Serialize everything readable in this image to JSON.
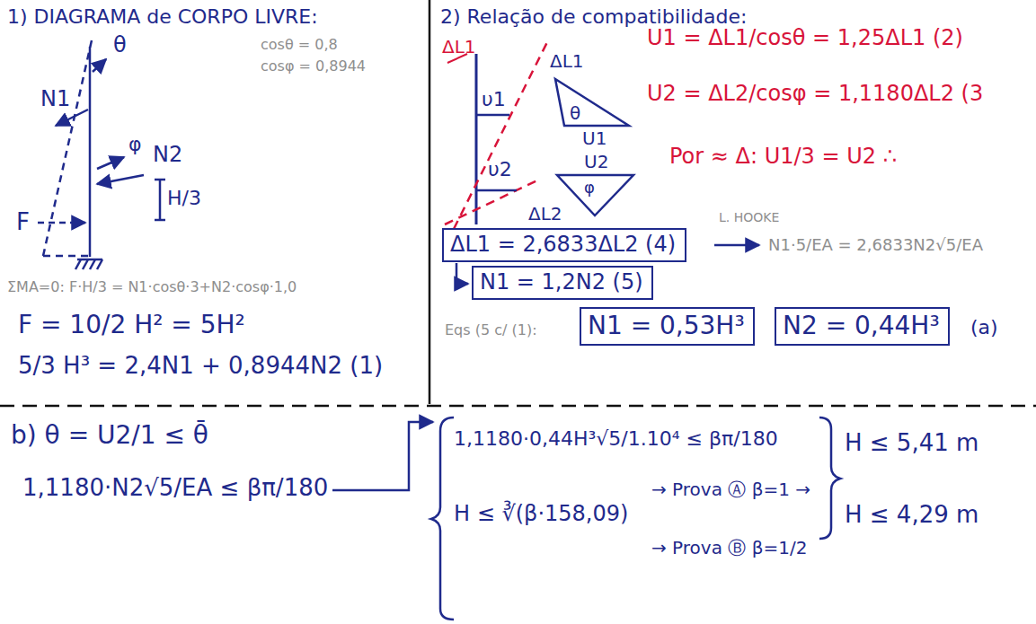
{
  "diagram": {
    "nodes": [
      {
        "text": [
          "ΔL1 = 2,6833ΔL2 (4)"
        ]
      },
      {
        "text": [
          "N1 = 1,2N2 (5)"
        ]
      },
      {
        "text": [
          "N1 = 0,53H³"
        ]
      },
      {
        "text": [
          "N2 = 0,44H³"
        ]
      }
    ],
    "labels": [
      "1) DIAGRAMA de CORPO LIVRE:",
      "cosθ = 0,8",
      "cosφ = 0,8944",
      "θ",
      "N1",
      "F",
      "φ",
      "N2",
      "H/3",
      "ΣMA=0: F·H/3 = N1·cosθ·3+N2·cosφ·1,0",
      "F = 10/2 H² = 5H²",
      "5/3 H³ = 2,4N1 + 0,8944N2 (1)",
      "2) Relação de compatibilidade:",
      "ΔL1",
      "υ1",
      "υ2",
      "ΔL1",
      "θ",
      "U1",
      "U2",
      "φ",
      "ΔL2",
      "U1 = ΔL1/cosθ = 1,25ΔL1 (2)",
      "U2 = ΔL2/cosφ = 1,1180ΔL2 (3",
      "Por ≈ Δ: U1/3 = U2 ∴",
      "L. HOOKE",
      "N1·5/EA = 2,6833N2√5/EA",
      "Eqs (5 c/ (1):",
      "(a)",
      "b) θ = U2/1 ≤ θ̄",
      "1,1180·N2√5/EA ≤ βπ/180",
      "1,1180·0,44H³√5/1.10⁴ ≤ βπ/180",
      "H ≤ ∛(β·158,09)",
      "→ Prova Ⓐ β=1 →",
      "→ Prova Ⓑ β=1/2",
      "H ≤ 5,41 m",
      "H ≤ 4,29 m"
    ]
  }
}
